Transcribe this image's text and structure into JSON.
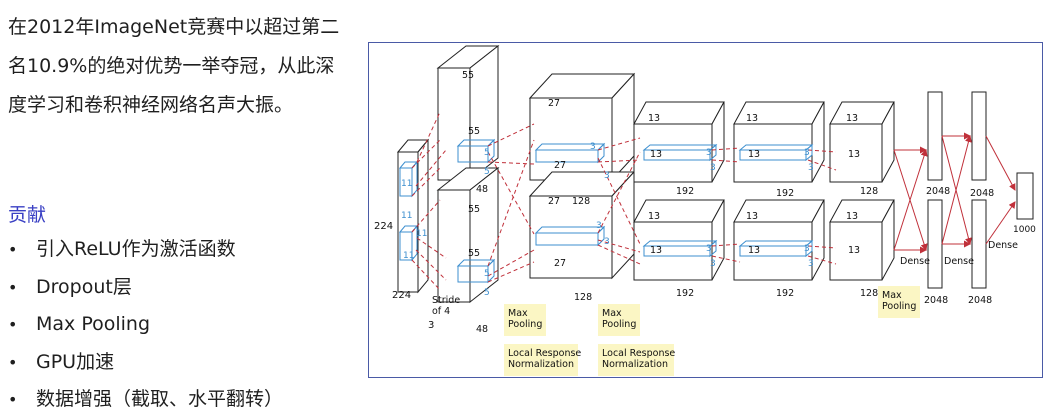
{
  "intro_text": "在2012年ImageNet竞赛中以超过第二名10.9%的绝对优势一举夺冠，从此深度学习和卷积神经网络名声大振。",
  "section_title": "贡献",
  "contributions": [
    "引入ReLU作为激活函数",
    "Dropout层",
    "Max Pooling",
    "GPU加速",
    "数据增强（截取、水平翻转）"
  ],
  "diagram": {
    "input": {
      "height": "224",
      "width": "224",
      "depth": "3",
      "stride": "Stride\nof 4",
      "kernel": "11"
    },
    "conv1": {
      "size": "55",
      "depth": "48",
      "kernel": "5"
    },
    "conv2": {
      "size": "27",
      "depth": "128",
      "kernel": "3"
    },
    "conv3": {
      "size": "13",
      "depth": "192",
      "kernel": "3"
    },
    "conv4": {
      "size": "13",
      "depth": "192",
      "kernel": "3"
    },
    "conv5": {
      "size": "13",
      "depth": "128"
    },
    "fc": {
      "a": "2048",
      "b": "2048",
      "out": "1000",
      "dense": "Dense"
    },
    "pool_label": "Max\nPooling",
    "lrn_label": "Local Response\nNormalization"
  },
  "colors": {
    "accent": "#3a40c4",
    "frame": "#4a5aa6",
    "arrow": "#c0303a",
    "kernel": "#3d8fcf",
    "note_bg": "#fbf6c4"
  }
}
